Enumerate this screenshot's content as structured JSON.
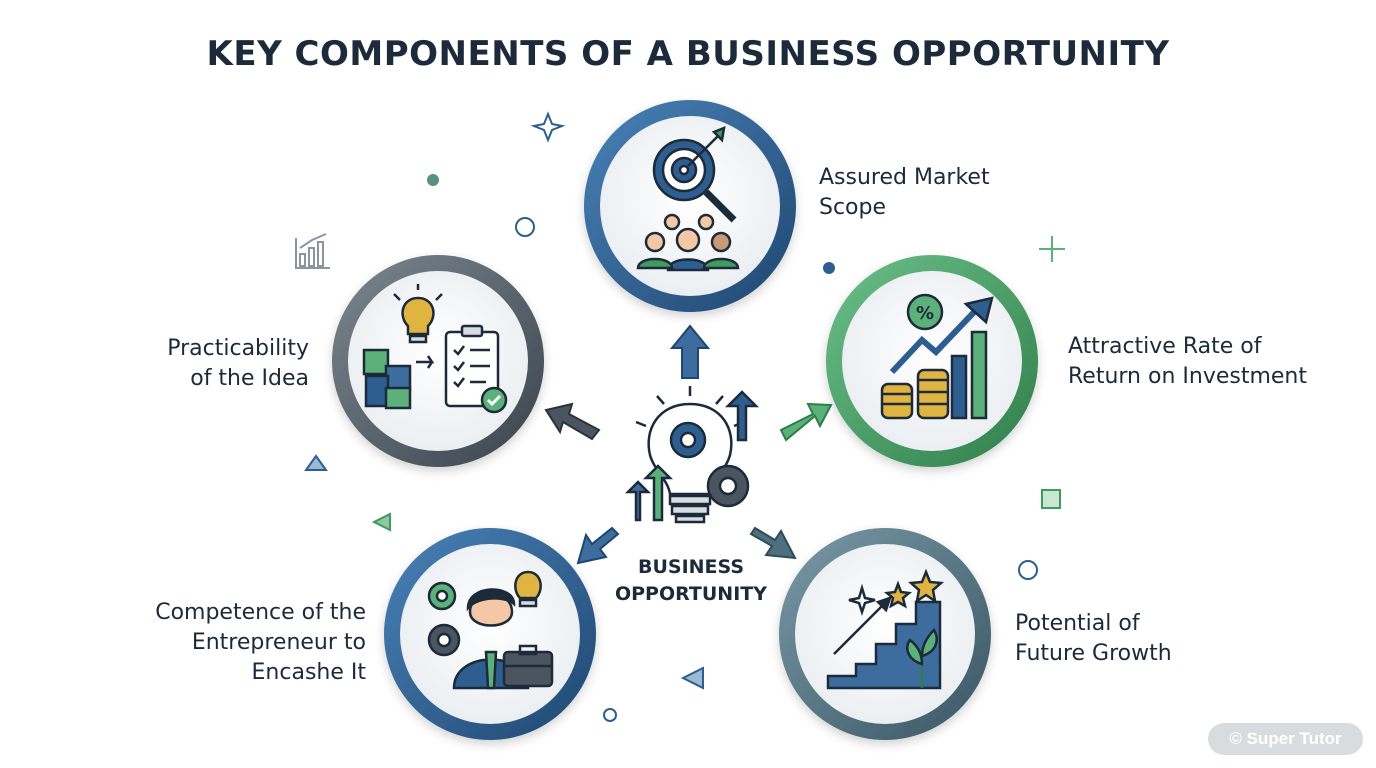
{
  "title": "KEY COMPONENTS OF A BUSINESS OPPORTUNITY",
  "center": {
    "line1": "BUSINESS",
    "line2": "OPPORTUNITY",
    "icon": "lightbulb-gear-icon"
  },
  "components": [
    {
      "id": "market",
      "lines": [
        "Assured Market",
        "Scope"
      ],
      "icon": "target-audience-icon",
      "ring_color": "#2e5e8f"
    },
    {
      "id": "roi",
      "lines": [
        "Attractive Rate of",
        "Return on Investment"
      ],
      "icon": "growth-coins-icon",
      "ring_color": "#3f9a5e"
    },
    {
      "id": "growth",
      "lines": [
        "Potential of",
        "Future Growth"
      ],
      "icon": "stairs-growth-icon",
      "ring_color": "#4f6f7e"
    },
    {
      "id": "competence",
      "lines": [
        "Competence of the",
        "Entrepreneur to",
        "Encashe It"
      ],
      "icon": "entrepreneur-icon",
      "ring_color": "#2e5e8f"
    },
    {
      "id": "practicability",
      "lines": [
        "Practicability",
        "of the Idea"
      ],
      "icon": "idea-checklist-icon",
      "ring_color": "#4b5560"
    }
  ],
  "colors": {
    "navy": "#1c2a39",
    "blue": "#2e5e8f",
    "green": "#3f9a5e",
    "slate": "#4f6f7e",
    "gold": "#e0b440"
  },
  "watermark": "© Super Tutor"
}
